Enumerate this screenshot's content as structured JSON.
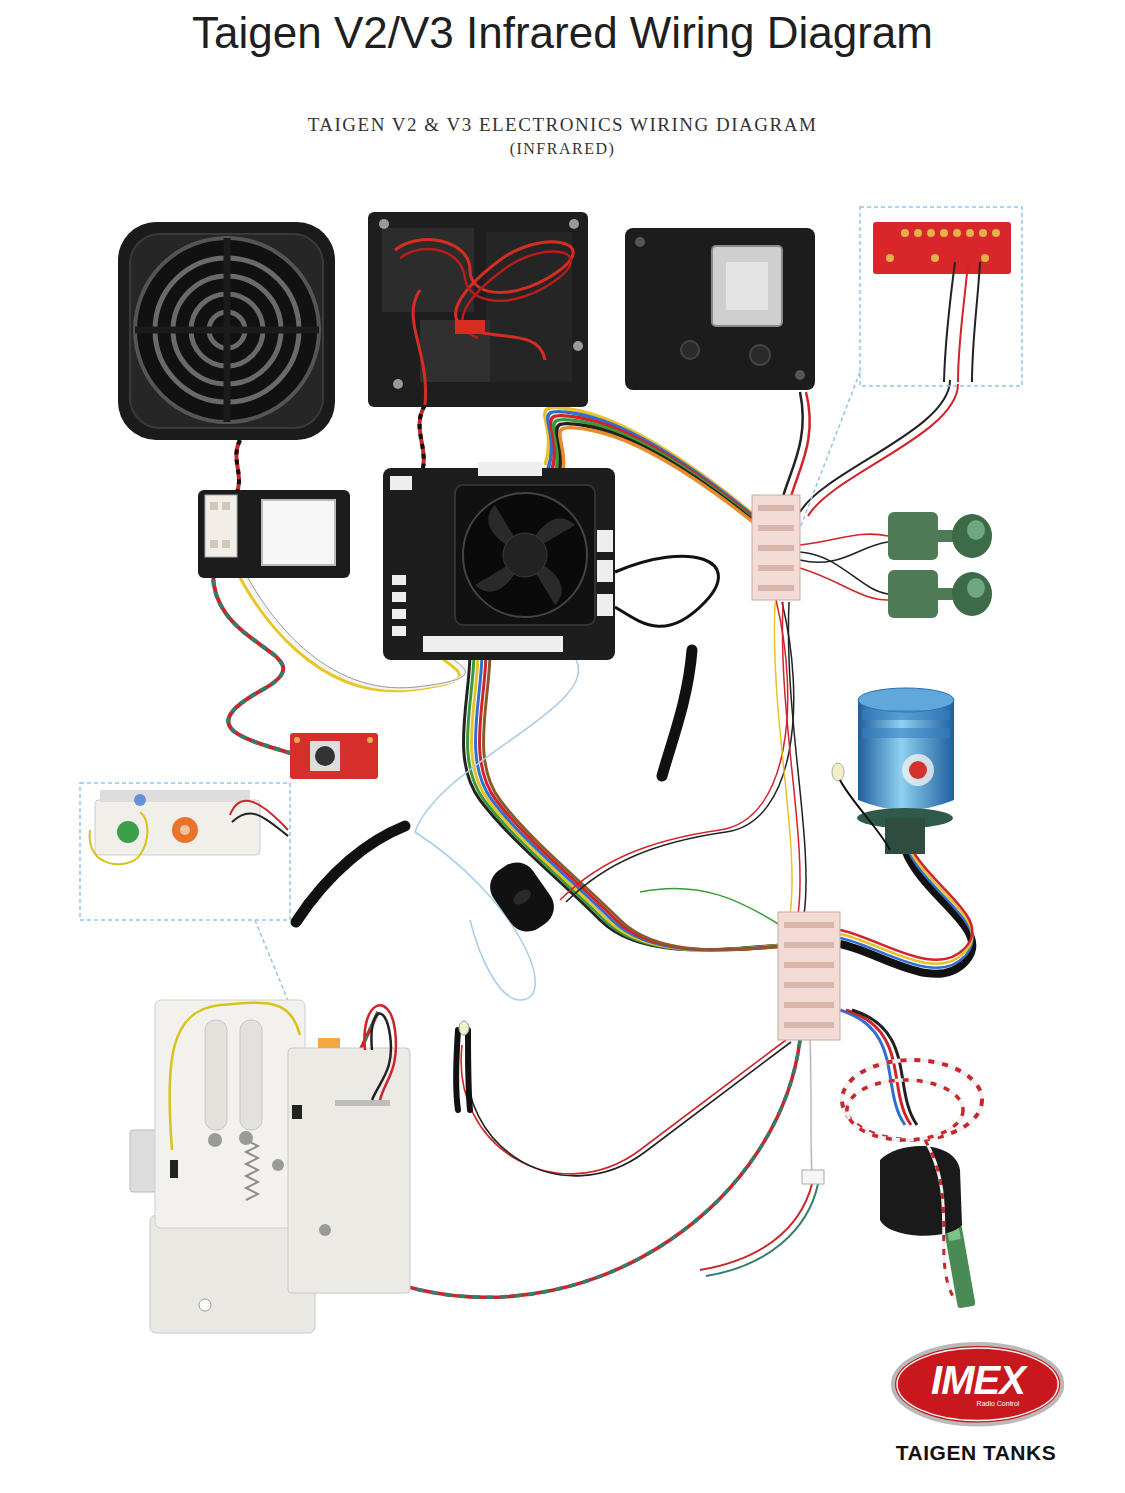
{
  "diagram": {
    "title": "Taigen V2/V3 Infrared Wiring Diagram",
    "nodes": [
      {
        "text": [
          "IMEX",
          "Radio Control"
        ]
      }
    ],
    "labels": [
      "TAIGEN V2 & V3 ELECTRONICS WIRING DIAGRAM",
      "(INFRARED)",
      "TAIGEN TANKS"
    ]
  }
}
